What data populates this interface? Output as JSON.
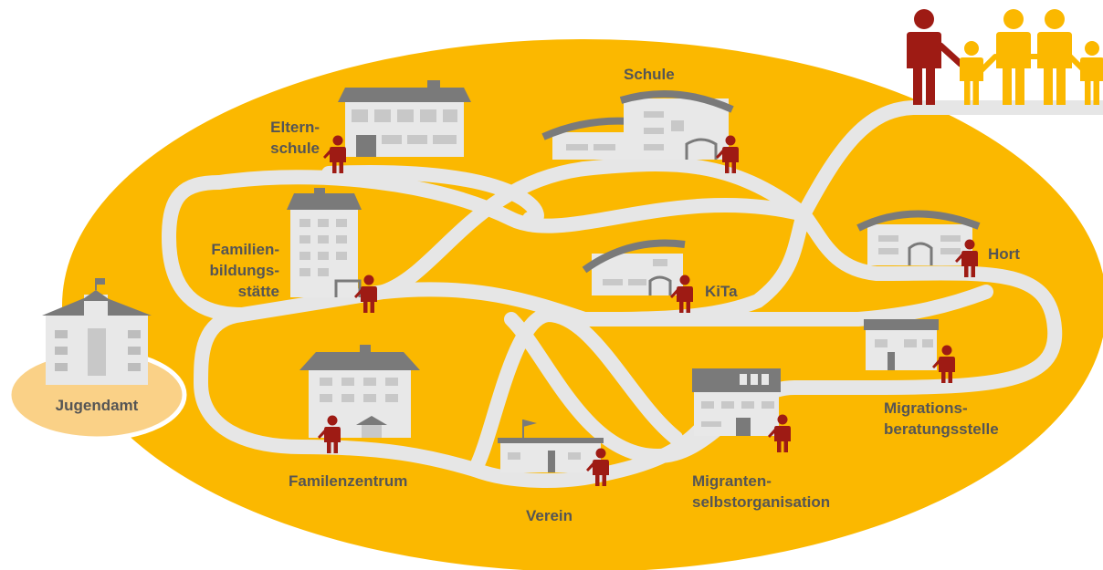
{
  "labels": {
    "jugendamt": "Jugendamt",
    "schule": "Schule",
    "elternschule": [
      "Eltern-",
      "schule"
    ],
    "familienbildungsstaette": [
      "Familien-",
      "bildungs-",
      "stätte"
    ],
    "kita": "KiTa",
    "hort": "Hort",
    "familienzentrum": "Familenzentrum",
    "verein": "Verein",
    "migrantenselbstorganisation": [
      "Migranten-",
      "selbstorganisation"
    ],
    "migrationsberatungsstelle": [
      "Migrations-",
      "beratungsstelle"
    ]
  },
  "colors": {
    "area": "#FBB800",
    "road": "#E6E6E6",
    "person": "#9E1B14",
    "family": "#FBB800",
    "building": "#E8E8E8",
    "roof": "#7A7A7A",
    "window": "#C8C8C8",
    "jugendamt_base": "#FAD187",
    "text": "#555555"
  },
  "icons": [
    "person-icon",
    "family-icon",
    "building-icon",
    "flag-icon"
  ]
}
